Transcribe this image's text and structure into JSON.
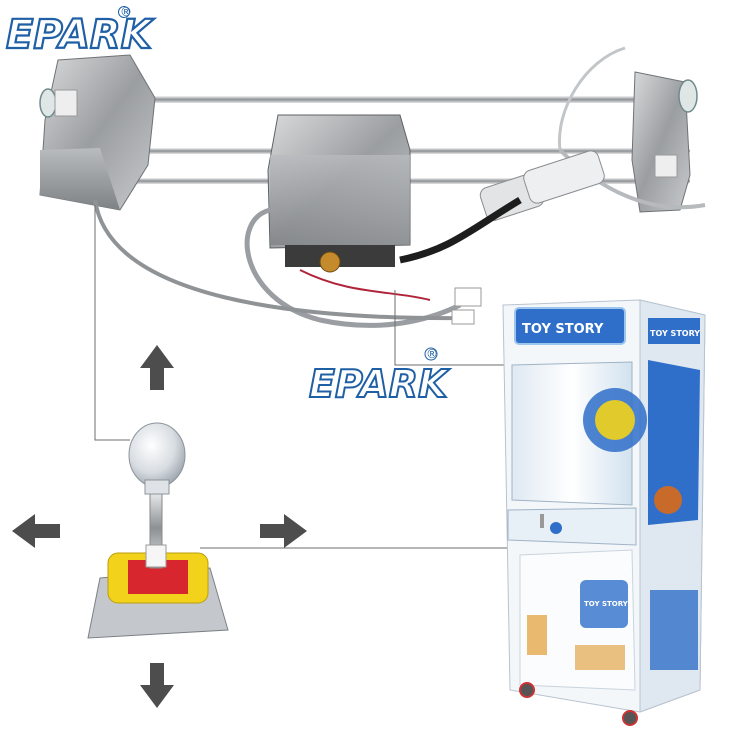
{
  "brand": {
    "logo_text": "EPARK",
    "registered": "®"
  },
  "cabinet": {
    "marquee": "TOY STORY",
    "marquee_side": "TOY STORY",
    "sticker_text": "TOY STORY"
  },
  "colors": {
    "logo_blue": "#1f5fa6",
    "arrow_gray": "#4d4d4d",
    "leader_line": "#6e6e6e",
    "joystick_yellow": "#f2d21a",
    "joystick_red": "#d7262d",
    "cabinet_white": "#f4f7fa",
    "cabinet_blue": "#2f6fc9"
  },
  "icons": {
    "arrow_up": "arrow-up-icon",
    "arrow_down": "arrow-down-icon",
    "arrow_left": "arrow-left-icon",
    "arrow_right": "arrow-right-icon",
    "registered": "registered-mark-icon"
  }
}
